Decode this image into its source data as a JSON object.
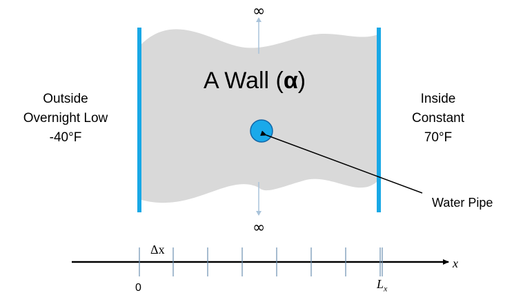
{
  "diagram": {
    "wall_title": {
      "text": "A Wall (",
      "symbol": "α",
      "close": ")"
    },
    "outside": {
      "lines": [
        "Outside",
        "Overnight Low",
        "-40°F"
      ]
    },
    "inside": {
      "lines": [
        "Inside",
        "Constant",
        "70°F"
      ]
    },
    "infinity_top": "∞",
    "infinity_bottom": "∞",
    "pipe_label": "Water Pipe",
    "axis": {
      "delta_label": "Δx",
      "variable": "x",
      "origin_label": "0",
      "end_label": "L",
      "end_subscript": "x"
    },
    "colors": {
      "wall_fill": "#d9d9d9",
      "boundary": "#18a8e6",
      "pipe_fill": "#1aa9ea",
      "pipe_stroke": "#1166a8",
      "arrow_inf": "#a9c3da"
    }
  }
}
